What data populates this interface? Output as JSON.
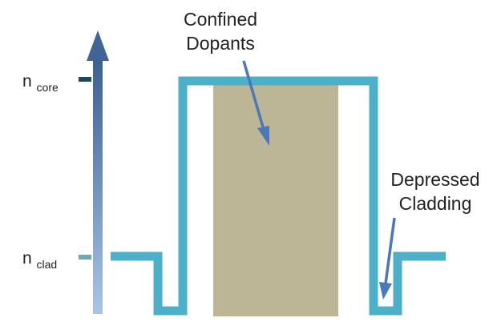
{
  "labels": {
    "n_core_base": "n",
    "n_core_sub": "core",
    "n_clad_base": "n",
    "n_clad_sub": "clad",
    "confined_dopants_line1": "Confined",
    "confined_dopants_line2": "Dopants",
    "depressed_cladding_line1": "Depressed",
    "depressed_cladding_line2": "Cladding"
  },
  "colors": {
    "profile_line": "#4bb0c8",
    "dopant_region": "#bcb596",
    "axis_arrow_top": "#3b5f91",
    "axis_arrow_bottom": "#a9c4e6",
    "pointer_arrow": "#4a79b8",
    "core_tick": "#1d4a5c",
    "clad_tick": "#6fa9b3",
    "text": "#222222"
  },
  "icons": {
    "vertical_axis": "index-axis-arrow-icon",
    "dopant_pointer": "pointer-arrow-icon",
    "cladding_pointer": "pointer-arrow-icon"
  }
}
